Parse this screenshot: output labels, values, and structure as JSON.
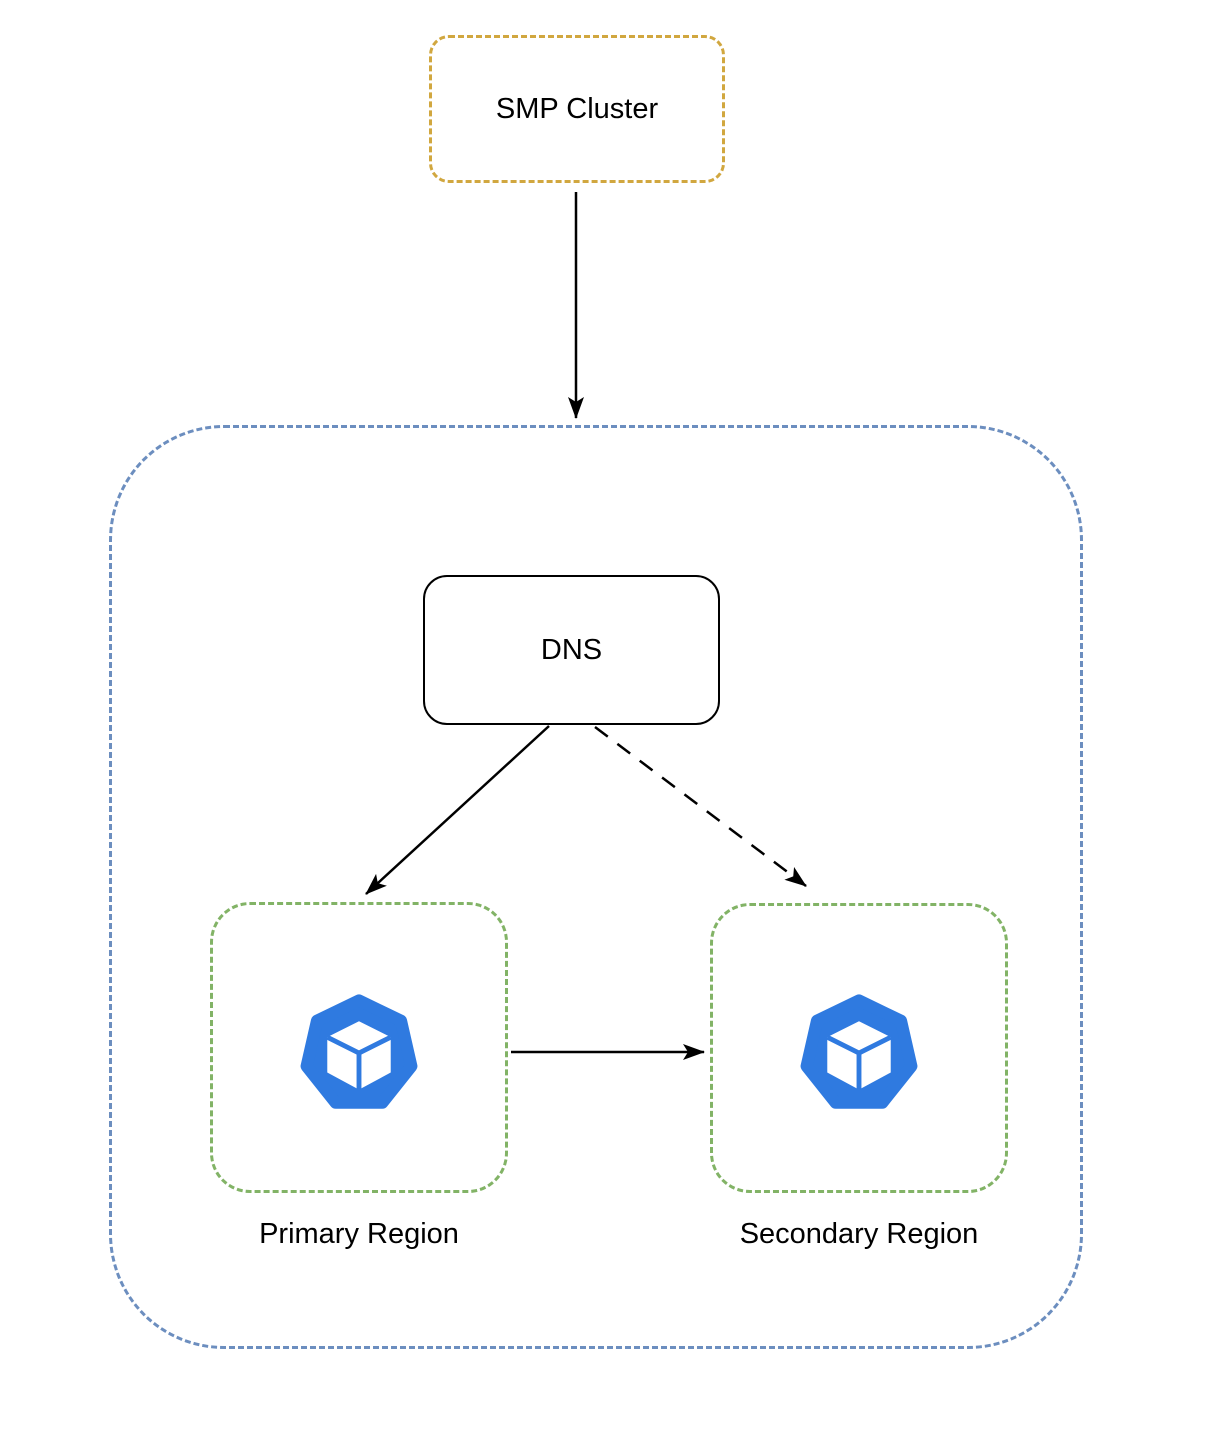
{
  "diagram": {
    "background_color": "#ffffff",
    "edge_color": "#000000",
    "outer_container": {
      "border_color": "#6C8EBF",
      "border_style": "dashed"
    },
    "nodes": {
      "smp_cluster": {
        "label": "SMP Cluster",
        "border_color": "#D1A73F",
        "border_style": "dashed"
      },
      "dns": {
        "label": "DNS",
        "border_color": "#000000",
        "border_style": "solid"
      },
      "primary_region": {
        "label": "Primary Region",
        "border_color": "#82B366",
        "border_style": "dashed",
        "icon": "cube-heptagon-icon",
        "icon_color": "#2F7AE0"
      },
      "secondary_region": {
        "label": "Secondary Region",
        "border_color": "#82B366",
        "border_style": "dashed",
        "icon": "cube-heptagon-icon",
        "icon_color": "#2F7AE0"
      }
    },
    "edges": [
      {
        "name": "smp-cluster-to-container",
        "style": "solid"
      },
      {
        "name": "dns-to-primary-region",
        "style": "solid"
      },
      {
        "name": "dns-to-secondary-region",
        "style": "dashed"
      },
      {
        "name": "primary-to-secondary-region",
        "style": "solid"
      }
    ]
  }
}
